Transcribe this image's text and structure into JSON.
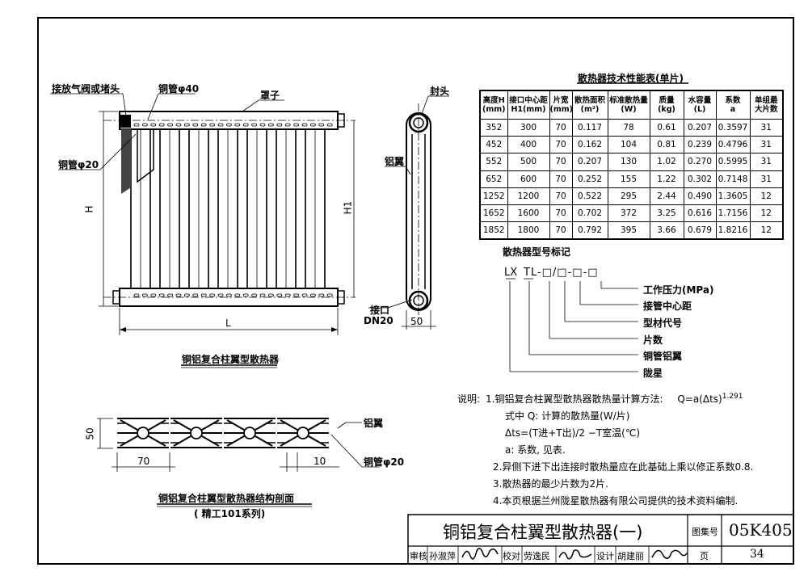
{
  "labels": {
    "vent_valve": "接放气阀或堵头",
    "cu_pipe_40": "铜管φ40",
    "cover": "罩子",
    "cu_pipe_20": "铜管φ20",
    "end_cap": "封头",
    "al_fin": "铝翼",
    "dim_H": "H",
    "dim_H1": "H1",
    "dim_L": "L",
    "inlet": "接口",
    "inlet_size": "DN20",
    "dim_50_side": "50",
    "main_caption": "铜铝复合柱翼型散热器",
    "section_caption": "铜铝复合柱翼型散热器结构剖面",
    "section_series": "( 精工101系列)",
    "section_fin": "铝翼",
    "section_cu": "铜管φ20",
    "section_h50": "50",
    "section_w70": "70",
    "section_w10": "10"
  },
  "table": {
    "title": "散热器技术性能表(单片)",
    "headers": [
      [
        "高度H",
        "(mm)"
      ],
      [
        "接口中心距",
        "H1(mm)"
      ],
      [
        "片宽",
        "(mm)"
      ],
      [
        "散热面积",
        "(m²)"
      ],
      [
        "标准散热量",
        "(W)"
      ],
      [
        "质量",
        "(kg)"
      ],
      [
        "水容量",
        "(L)"
      ],
      [
        "系数",
        "a"
      ],
      [
        "单组最",
        "大片数"
      ]
    ],
    "rows": [
      [
        "352",
        "300",
        "70",
        "0.117",
        "78",
        "0.61",
        "0.207",
        "0.3597",
        "31"
      ],
      [
        "452",
        "400",
        "70",
        "0.162",
        "104",
        "0.81",
        "0.239",
        "0.4796",
        "31"
      ],
      [
        "552",
        "500",
        "70",
        "0.207",
        "130",
        "1.02",
        "0.270",
        "0.5995",
        "31"
      ],
      [
        "652",
        "600",
        "70",
        "0.252",
        "155",
        "1.22",
        "0.302",
        "0.7148",
        "31"
      ],
      [
        "1252",
        "1200",
        "70",
        "0.522",
        "295",
        "2.44",
        "0.490",
        "1.3605",
        "12"
      ],
      [
        "1652",
        "1600",
        "70",
        "0.702",
        "372",
        "3.25",
        "0.616",
        "1.7156",
        "12"
      ],
      [
        "1852",
        "1800",
        "70",
        "0.792",
        "395",
        "3.66",
        "0.679",
        "1.8216",
        "12"
      ]
    ]
  },
  "model": {
    "title": "散热器型号标记",
    "code_lx": "LX",
    "code_tl": "TL-□/□-□-□",
    "items": [
      "工作压力(MPa)",
      "接管中心距",
      "型材代号",
      "片数",
      "铜管铝翼",
      "陇星"
    ]
  },
  "notes": {
    "prefix": "说明:",
    "n1": "1.铜铝复合柱翼型散热器散热量计算方法:",
    "n1_formula": "Q=a(Δts)",
    "n1_exp": "1.291",
    "n1b": "式中 Q: 计算的散热量(W/片)",
    "n1c": "Δts=(T进+T出)/2 −T室温(℃)",
    "n1d": "a: 系数, 见表.",
    "n2": "2.异侧下进下出连接时散热量应在此基础上乘以修正系数0.8.",
    "n3": "3.散热器的最少片数为2片.",
    "n4": "4.本页根据兰州陇星散热器有限公司提供的技术资料编制."
  },
  "titleblock": {
    "title": "铜铝复合柱翼型散热器(一)",
    "atlas_label": "图集号",
    "atlas_no": "05K405",
    "review_label": "审核",
    "reviewer": "孙淑萍",
    "check_label": "校对",
    "checker": "劳逸民",
    "design_label": "设计",
    "designer": "胡建丽",
    "page_label": "页",
    "page_no": "34"
  }
}
